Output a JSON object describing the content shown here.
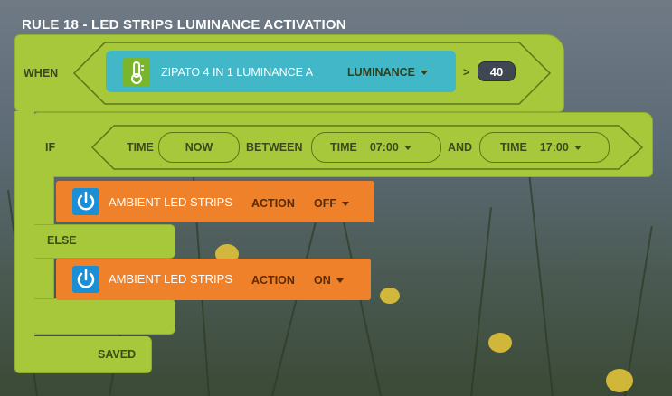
{
  "rule_title": "RULE 18 - LED STRIPS LUMINANCE ACTIVATION",
  "when": {
    "label": "WHEN",
    "device_name": "ZIPATO 4 IN 1 LUMINANCE A",
    "property": "LUMINANCE",
    "operator": ">",
    "value": "40"
  },
  "if_block": {
    "label": "IF",
    "time_label": "TIME",
    "now": "NOW",
    "between": "BETWEEN",
    "from_label": "TIME",
    "from_value": "07:00",
    "and": "AND",
    "to_label": "TIME",
    "to_value": "17:00"
  },
  "then_action": {
    "device": "AMBIENT LED STRIPS",
    "action_label": "ACTION",
    "action_value": "OFF"
  },
  "else_block": {
    "label": "ELSE",
    "device": "AMBIENT LED STRIPS",
    "action_label": "ACTION",
    "action_value": "ON"
  },
  "status": "SAVED",
  "colors": {
    "block_green": "#a7c83a",
    "device_teal": "#42b7c8",
    "action_orange": "#ee8129",
    "power_blue": "#1a8fd6",
    "value_dark": "#3f4852"
  }
}
